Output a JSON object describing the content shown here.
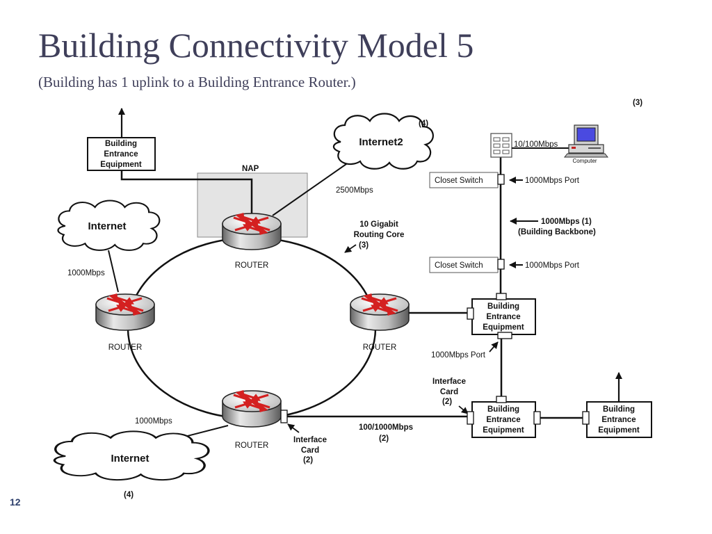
{
  "slide": {
    "title": "Building Connectivity Model 5",
    "subtitle": "(Building has 1 uplink to a Building Entrance Router.)",
    "number": "12"
  },
  "diagram": {
    "nap": "NAP",
    "router": "ROUTER",
    "bee_line1": "Building",
    "bee_line2": "Entrance",
    "bee_line3": "Equipment",
    "internet": "Internet",
    "internet2": "Internet2",
    "note_4": "(4)",
    "note_3": "(3)",
    "note_2": "(2)",
    "note_1000_1": "1000Mbps (1)",
    "building_backbone": "(Building Backbone)",
    "speed_2500": "2500Mbps",
    "speed_1000": "1000Mbps",
    "speed_10_100": "10/100Mbps",
    "speed_100_1000": "100/1000Mbps",
    "port_1000": "1000Mbps Port",
    "closet_switch": "Closet Switch",
    "computer": "Computer",
    "gig_core_1": "10 Gigabit",
    "gig_core_2": "Routing Core",
    "interface": "Interface",
    "card": "Card"
  },
  "colors": {
    "title": "#3f3f5a",
    "router_arrow": "#d42020",
    "nap_fill": "#e4e4e4"
  }
}
